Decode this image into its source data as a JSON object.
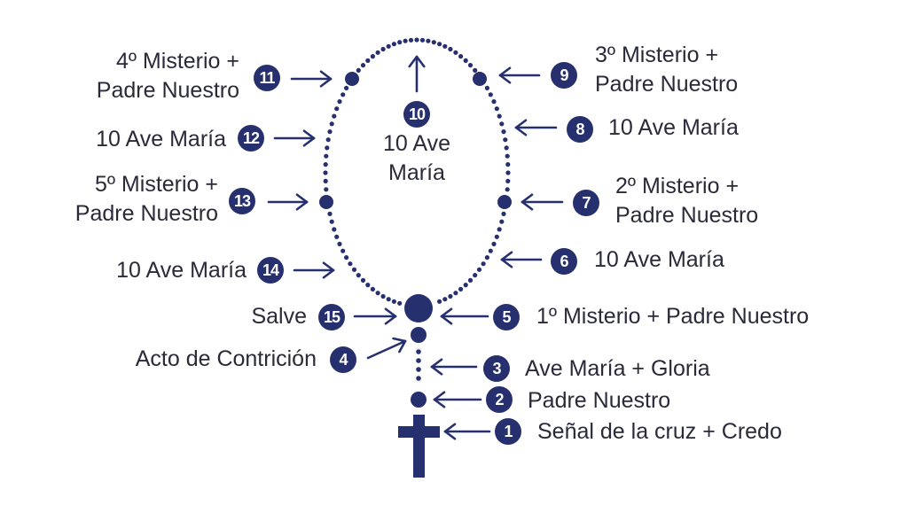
{
  "colors": {
    "accent": "#26306f",
    "text": "#2a2a3a",
    "background": "#ffffff"
  },
  "steps": [
    {
      "number": "1",
      "label": "Señal de la cruz + Credo"
    },
    {
      "number": "2",
      "label": "Padre Nuestro"
    },
    {
      "number": "3",
      "label": "Ave María + Gloria"
    },
    {
      "number": "4",
      "label": "Acto de Contrición"
    },
    {
      "number": "5",
      "label": "1º Misterio + Padre Nuestro"
    },
    {
      "number": "6",
      "label": "10 Ave María"
    },
    {
      "number": "7",
      "label": "2º Misterio +\nPadre Nuestro"
    },
    {
      "number": "8",
      "label": "10 Ave María"
    },
    {
      "number": "9",
      "label": "3º Misterio +\nPadre Nuestro"
    },
    {
      "number": "10",
      "label": "10 Ave\nMaría"
    },
    {
      "number": "11",
      "label": "4º Misterio +\nPadre Nuestro"
    },
    {
      "number": "12",
      "label": "10 Ave María"
    },
    {
      "number": "13",
      "label": "5º Misterio +\nPadre Nuestro"
    },
    {
      "number": "14",
      "label": "10 Ave María"
    },
    {
      "number": "15",
      "label": "Salve"
    }
  ]
}
